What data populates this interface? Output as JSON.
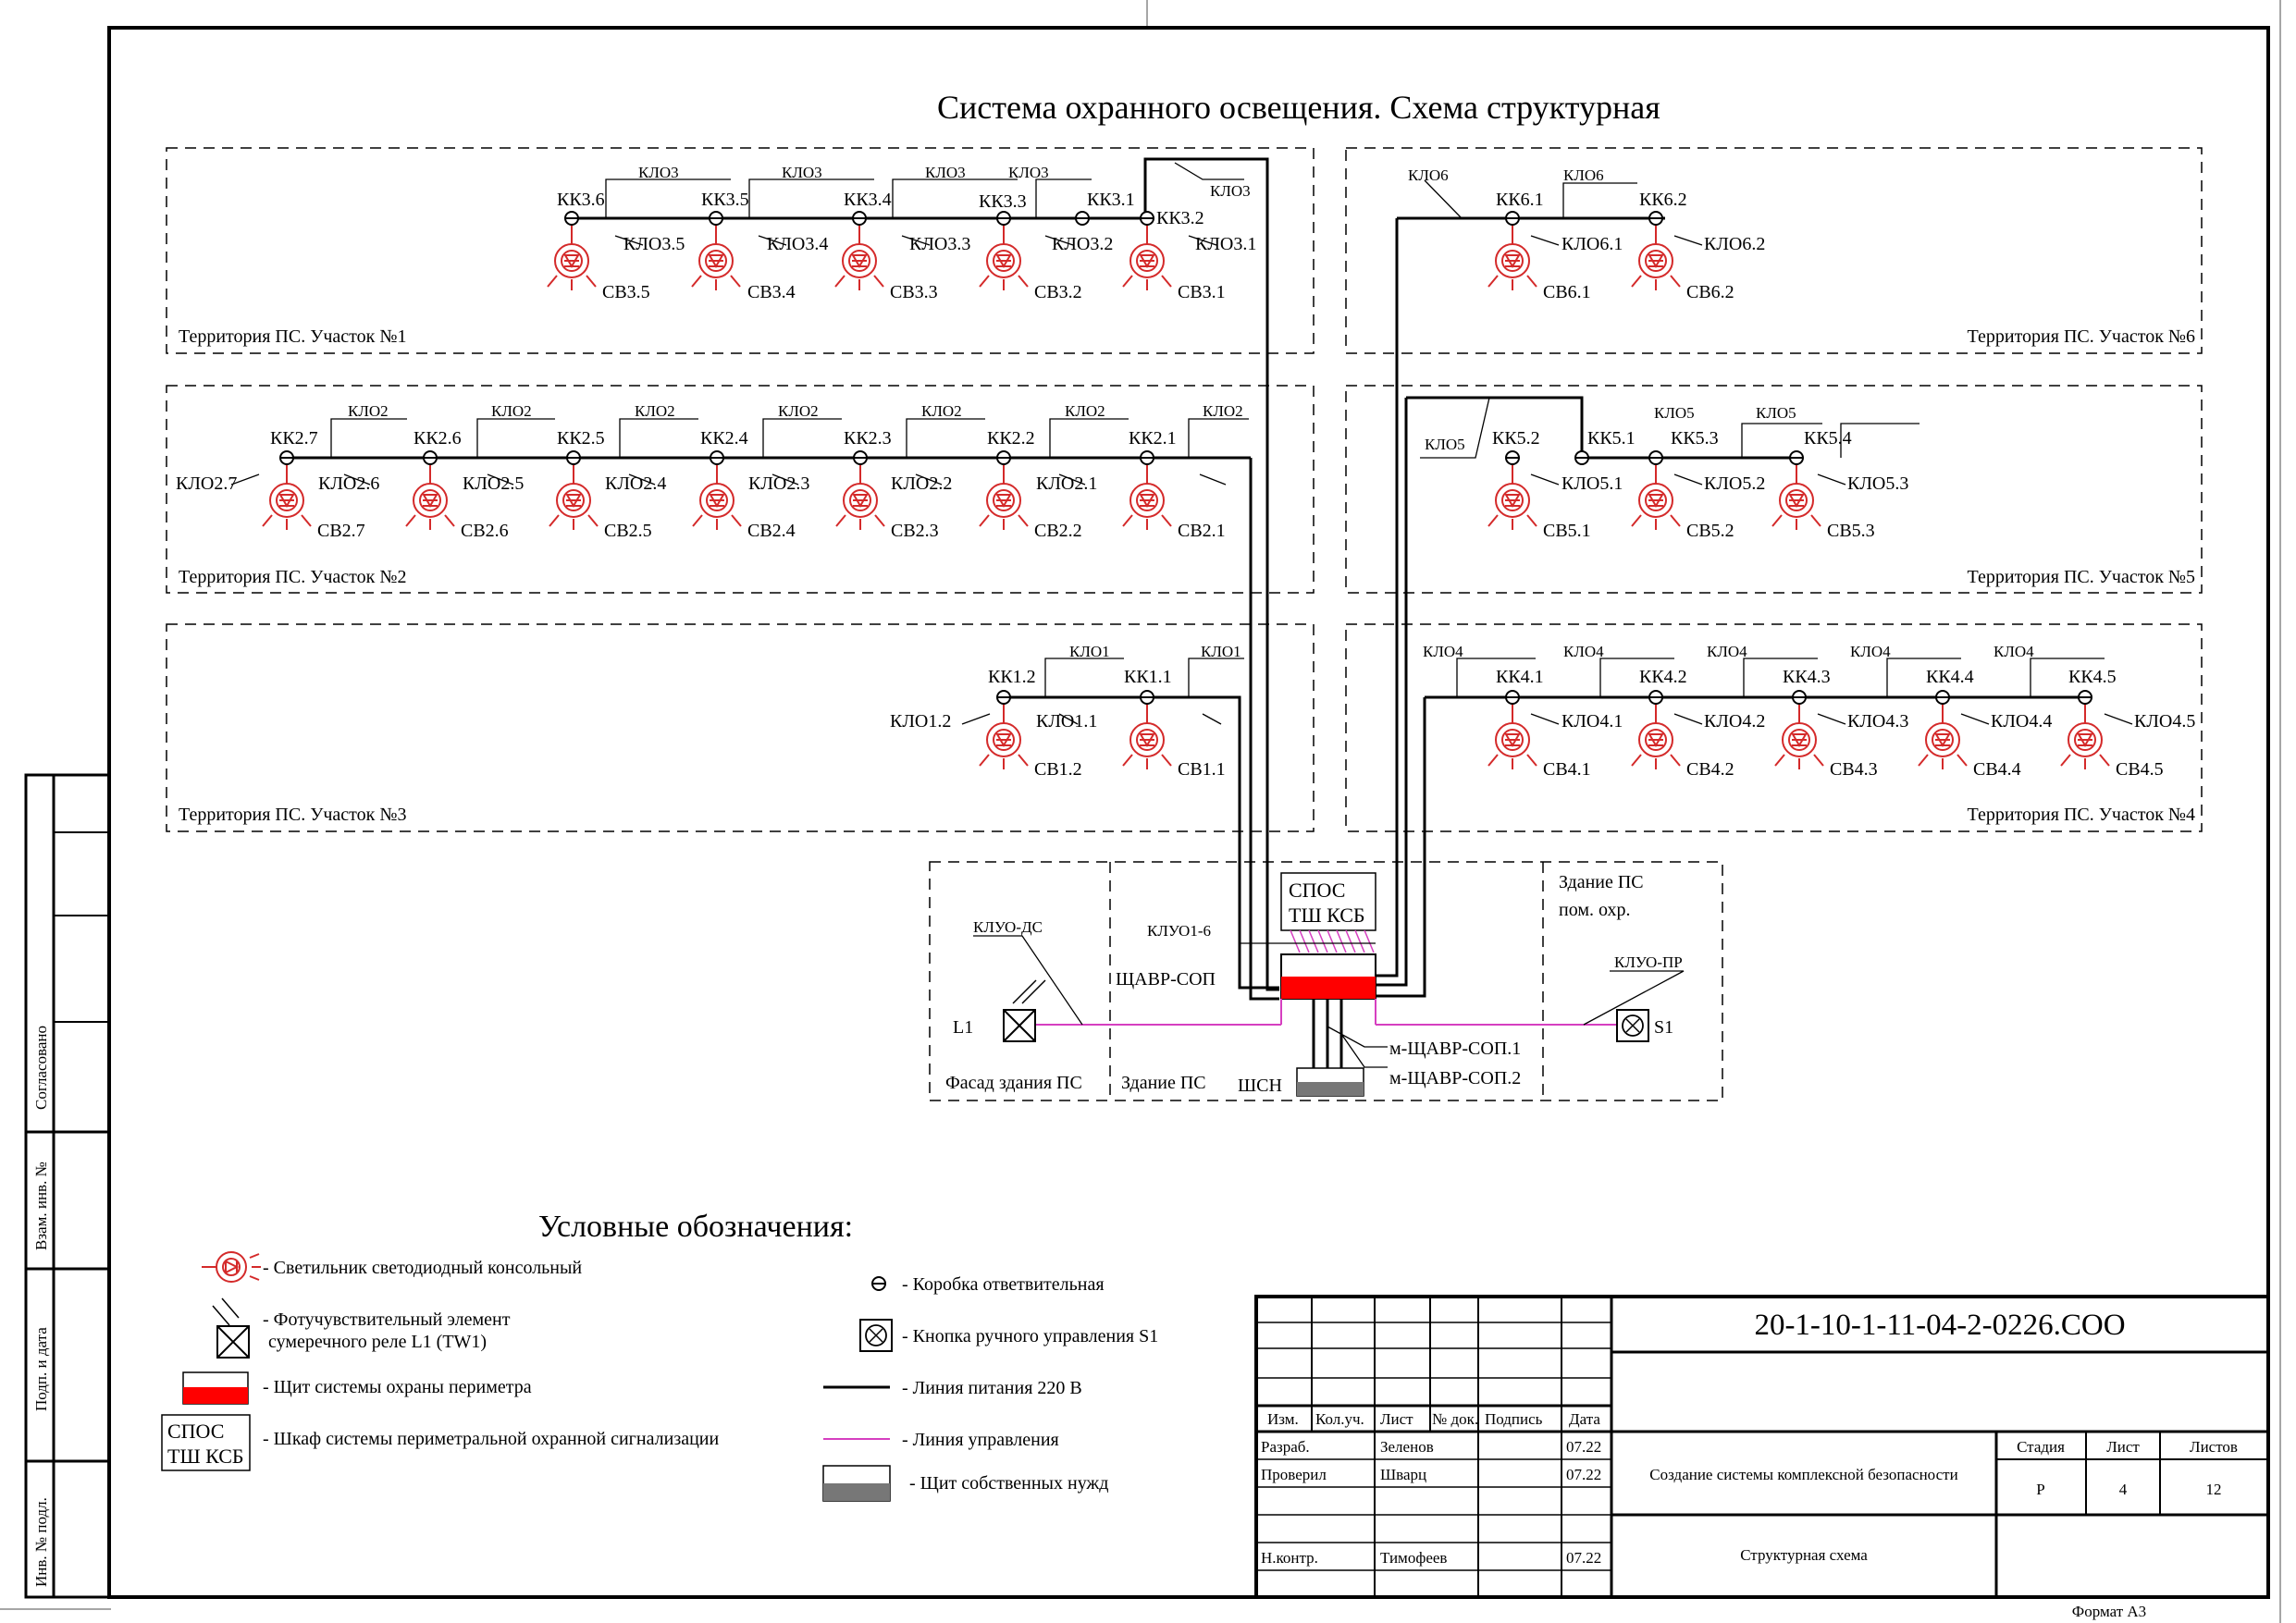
{
  "title": "Система охранного освещения. Схема структурная",
  "zones": [
    {
      "id": "z1",
      "label": "Территория ПС. Участок №1"
    },
    {
      "id": "z2",
      "label": "Территория ПС. Участок №2"
    },
    {
      "id": "z3",
      "label": "Территория ПС. Участок №3"
    },
    {
      "id": "z4",
      "label": "Территория ПС. Участок №4"
    },
    {
      "id": "z5",
      "label": "Территория ПС. Участок №5"
    },
    {
      "id": "z6",
      "label": "Территория ПС. Участок №6"
    }
  ],
  "section1": {
    "boxes": [
      "КК3.6",
      "КК3.5",
      "КК3.4",
      "КК3.3",
      "КК3.1",
      "КК3.2"
    ],
    "cables": [
      "КЛО3.5",
      "КЛО3.4",
      "КЛО3.3",
      "КЛО3.2",
      "КЛО3.1"
    ],
    "lamps": [
      "СВ3.5",
      "СВ3.4",
      "СВ3.3",
      "СВ3.2",
      "СВ3.1"
    ],
    "line": "КЛО3"
  },
  "section2": {
    "boxes": [
      "КК2.7",
      "КК2.6",
      "КК2.5",
      "КК2.4",
      "КК2.3",
      "КК2.2",
      "КК2.1"
    ],
    "cables": [
      "КЛО2.7",
      "КЛО2.6",
      "КЛО2.5",
      "КЛО2.4",
      "КЛО2.3",
      "КЛО2.2",
      "КЛО2.1"
    ],
    "lamps": [
      "СВ2.7",
      "СВ2.6",
      "СВ2.5",
      "СВ2.4",
      "СВ2.3",
      "СВ2.2",
      "СВ2.1"
    ],
    "line": "КЛО2"
  },
  "section3": {
    "boxes": [
      "КК1.2",
      "КК1.1"
    ],
    "cables": [
      "КЛО1.2",
      "КЛО1.1"
    ],
    "lamps": [
      "СВ1.2",
      "СВ1.1"
    ],
    "line": "КЛО1"
  },
  "section4": {
    "boxes": [
      "КК4.1",
      "КК4.2",
      "КК4.3",
      "КК4.4",
      "КК4.5"
    ],
    "cables": [
      "КЛО4.1",
      "КЛО4.2",
      "КЛО4.3",
      "КЛО4.4",
      "КЛО4.5"
    ],
    "lamps": [
      "СВ4.1",
      "СВ4.2",
      "СВ4.3",
      "СВ4.4",
      "СВ4.5"
    ],
    "line": "КЛО4"
  },
  "section5": {
    "boxes": [
      "КК5.2",
      "КК5.1",
      "КК5.3",
      "КК5.4"
    ],
    "cables": [
      "КЛО5.1",
      "КЛО5.2",
      "КЛО5.3"
    ],
    "lamps": [
      "СВ5.1",
      "СВ5.2",
      "СВ5.3"
    ],
    "line": "КЛО5"
  },
  "section6": {
    "boxes": [
      "КК6.1",
      "КК6.2"
    ],
    "cables": [
      "КЛО6.1",
      "КЛО6.2"
    ],
    "lamps": [
      "СВ6.1",
      "СВ6.2"
    ],
    "line": "КЛО6"
  },
  "building": {
    "facade": "Фасад здания ПС",
    "building": "Здание ПС",
    "guard_room_1": "Здание ПС",
    "guard_room_2": "пом. охр.",
    "sensor": "L1",
    "sensor_cable": "КЛУО-ДС",
    "button": "S1",
    "button_cable": "КЛУО-ПР",
    "panel": "ЩАВР-СОП",
    "panel_cable": "КЛУО1-6",
    "spos_1": "СПОС",
    "spos_2": "ТШ КСБ",
    "shsn": "ШСН",
    "feed_1": "м-ЩАВР-СОП.1",
    "feed_2": "м-ЩАВР-СОП.2"
  },
  "legend": {
    "title": "Условные обозначения:",
    "lamp": "- Светильник светодиодный консольный",
    "photo_1": "- Фотучувствительный элемент",
    "photo_2": "сумеречного реле L1 (TW1)",
    "panel": "- Щит системы охраны периметра",
    "spos_1": "СПОС",
    "spos_2": "ТШ КСБ",
    "spos": "- Шкаф системы периметральной охранной сигнализации",
    "box": "- Коробка ответвительная",
    "button": "- Кнопка ручного управления S1",
    "power": "- Линия питания 220 В",
    "control": "- Линия управления",
    "own": "- Щит собственных нужд"
  },
  "side": {
    "agreed": "Согласовано",
    "replace": "Взам. инв. №",
    "sign": "Подп. и дата",
    "inv": "Инв. № подл."
  },
  "stamp": {
    "code": "20-1-10-1-11-04-2-0226.СОО",
    "heads": [
      "Изм.",
      "Кол.уч.",
      "Лист",
      "№ док.",
      "Подпись",
      "Дата"
    ],
    "rows": [
      {
        "role": "Разраб.",
        "name": "Зеленов",
        "date": "07.22"
      },
      {
        "role": "Проверил",
        "name": "Шварц",
        "date": "07.22"
      },
      {
        "role": "Н.контр.",
        "name": "Тимофеев",
        "date": "07.22"
      }
    ],
    "project": "Создание системы комплексной безопасности",
    "sheet_title": "Структурная схема",
    "stage_head": "Стадия",
    "sheet_head": "Лист",
    "sheets_head": "Листов",
    "stage": "Р",
    "sheet": "4",
    "sheets": "12",
    "format": "Формат А3"
  },
  "colors": {
    "power": "#000000",
    "control": "#d63fc0",
    "lamp": "#d42a2a",
    "panel": "#ff0000",
    "shsn": "#777777"
  }
}
